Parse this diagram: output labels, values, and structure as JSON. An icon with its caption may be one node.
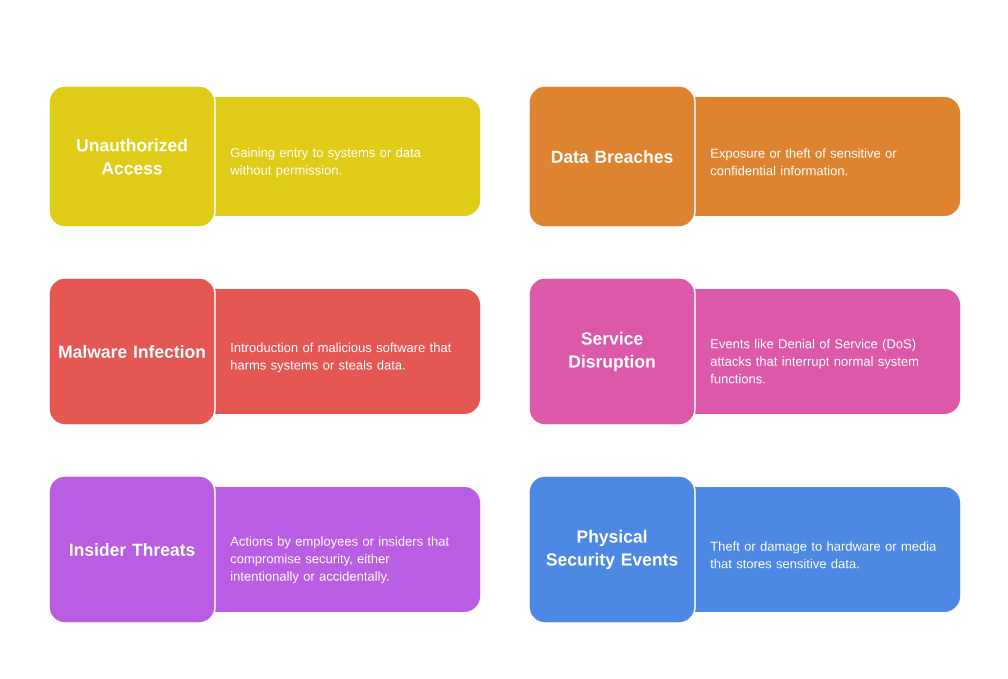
{
  "diagram": {
    "nodes": [
      {
        "text": [
          "Unauthorized Access"
        ]
      },
      {
        "text": [
          "Gaining entry to systems or data without permission."
        ]
      },
      {
        "text": [
          "Data Breaches"
        ]
      },
      {
        "text": [
          "Exposure or theft of sensitive or confidential information."
        ]
      },
      {
        "text": [
          "Malware Infection"
        ]
      },
      {
        "text": [
          "Introduction of malicious software that harms systems or steals data."
        ]
      },
      {
        "text": [
          "Service Disruption"
        ]
      },
      {
        "text": [
          "Events like Denial of Service (DoS) attacks that interrupt normal system functions."
        ]
      },
      {
        "text": [
          "Insider Threats"
        ]
      },
      {
        "text": [
          "Actions by employees or insiders that compromise security, either intentionally or accidentally."
        ]
      },
      {
        "text": [
          "Physical Security Events"
        ]
      },
      {
        "text": [
          "Theft or damage to hardware or media that stores sensitive data."
        ]
      }
    ]
  }
}
